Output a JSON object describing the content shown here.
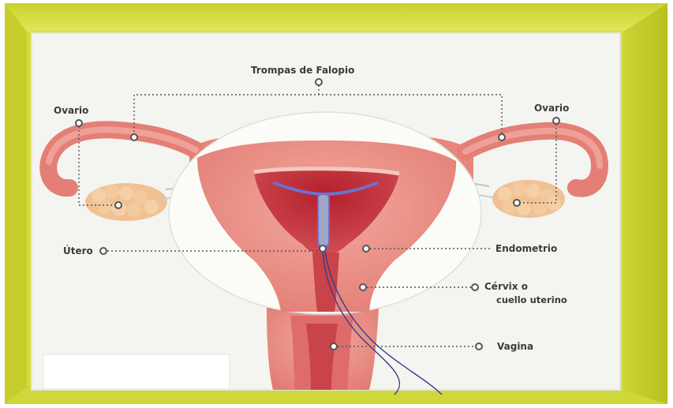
{
  "labels": {
    "fallopian_tubes": "Trompas de Falopio",
    "ovary_left": "Ovario",
    "ovary_right": "Ovario",
    "uterus": "Útero",
    "endometrium": "Endometrio",
    "cervix_line1": "Cérvix o",
    "cervix_line2": "cuello uterino",
    "vagina": "Vagina"
  },
  "colors": {
    "frame_yellow": "#d6e03a",
    "board_white": "#f4f5f0",
    "tissue_pink": "#e9897f",
    "tissue_dark": "#c2353e",
    "iud_blue": "#6f6fd0",
    "label_gray": "#3b3b3b"
  }
}
